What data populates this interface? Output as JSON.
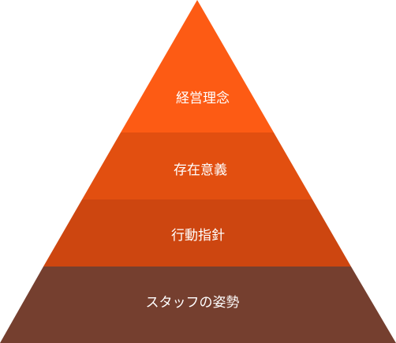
{
  "pyramid": {
    "tiers": [
      {
        "label": "経営理念",
        "color": "#fd5b14"
      },
      {
        "label": "存在意義",
        "color": "#e24f10"
      },
      {
        "label": "行動指針",
        "color": "#cd4610"
      },
      {
        "label": "スタッフの姿勢",
        "color": "#753f2f"
      }
    ]
  }
}
